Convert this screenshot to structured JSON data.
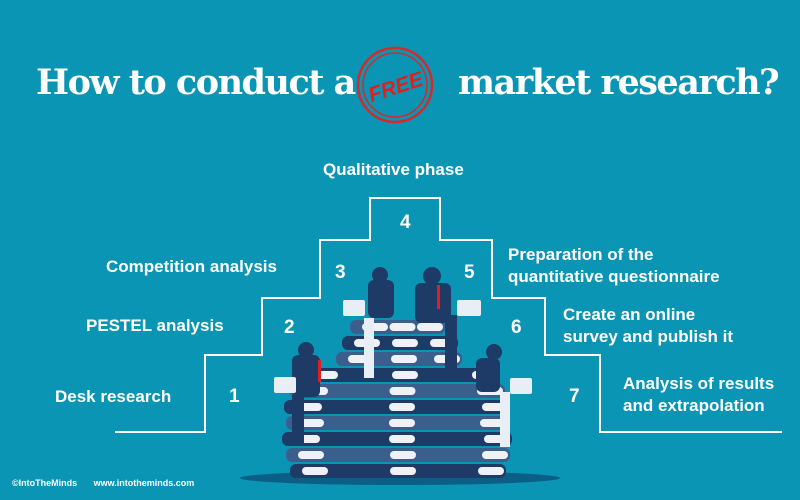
{
  "title": {
    "before": "How to conduct a",
    "stamp": "FREE",
    "after": "market research?"
  },
  "top_label": "Qualitative phase",
  "steps": [
    {
      "number": "1",
      "label": "Desk research"
    },
    {
      "number": "2",
      "label": "PESTEL analysis"
    },
    {
      "number": "3",
      "label": "Competition analysis"
    },
    {
      "number": "4",
      "label": "Qualitative phase"
    },
    {
      "number": "5",
      "label_line1": "Preparation of the",
      "label_line2": "quantitative questionnaire"
    },
    {
      "number": "6",
      "label_line1": "Create an online",
      "label_line2": "survey and publish it"
    },
    {
      "number": "7",
      "label_line1": "Analysis of results",
      "label_line2": "and extrapolation"
    }
  ],
  "footer": {
    "copyright": "©IntoTheMinds",
    "website": "www.intotheminds.com"
  },
  "colors": {
    "background": "#0b95b5",
    "stamp": "#d42a2a",
    "books_dark": "#1d3b66",
    "books_mid": "#3a5f8c"
  }
}
